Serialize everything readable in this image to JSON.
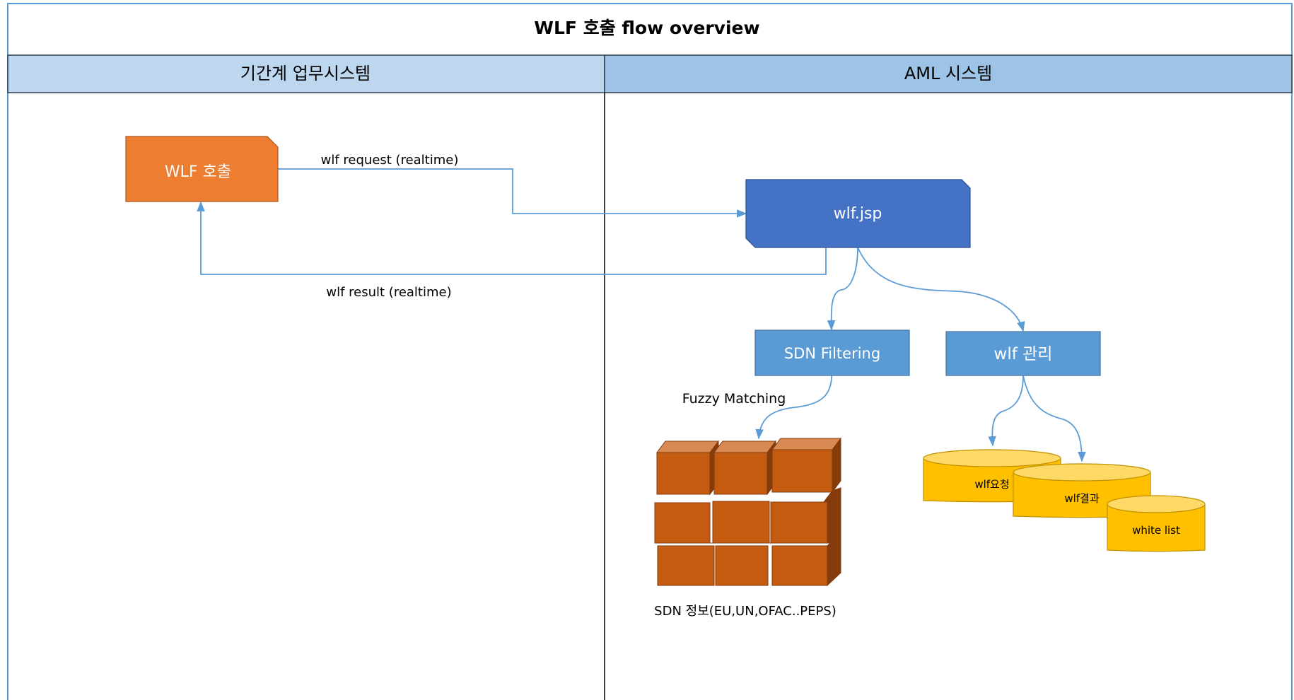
{
  "title": "WLF 호출 flow overview",
  "lanes": {
    "left": "기간계 업무시스템",
    "right": "AML 시스템"
  },
  "nodes": {
    "wlf_call": "WLF 호출",
    "wlf_jsp": "wlf.jsp",
    "sdn_filtering": "SDN Filtering",
    "wlf_manage": "wlf 관리",
    "db_request": "wlf요청",
    "db_result": "wlf결과",
    "db_whitelist": "white list"
  },
  "edges": {
    "request": "wlf  request (realtime)",
    "result": "wlf  result (realtime)",
    "fuzzy": "Fuzzy Matching"
  },
  "sdn_info": "SDN 정보(EU,UN,OFAC..PEPS)",
  "colors": {
    "lane_header_left": "#BDD7EE",
    "lane_header_right": "#9DC3E6",
    "orange": "#ED7D31",
    "blue_dark": "#4472C4",
    "blue_mid": "#5B9BD5",
    "gold": "#FFC000",
    "brick": "#C55A11",
    "connector": "#5B9BD5"
  }
}
